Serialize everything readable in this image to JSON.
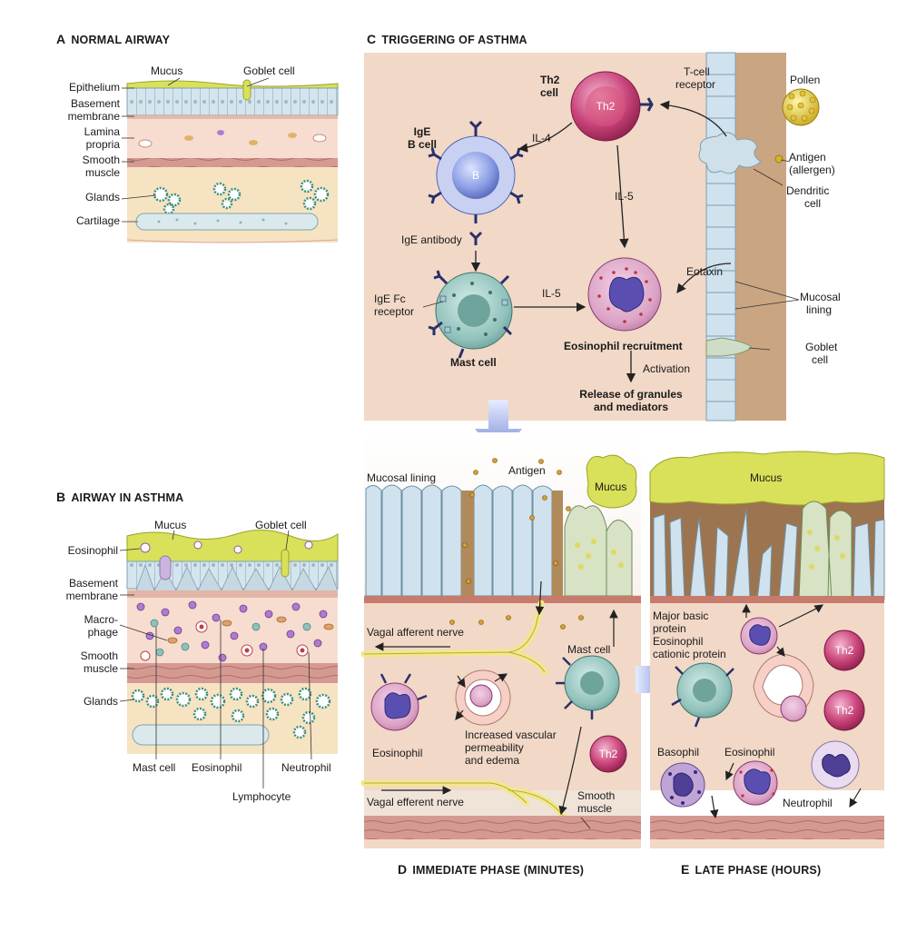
{
  "panels": {
    "a": {
      "letter": "A",
      "title": "NORMAL AIRWAY"
    },
    "b": {
      "letter": "B",
      "title": "AIRWAY IN ASTHMA"
    },
    "c": {
      "letter": "C",
      "title": "TRIGGERING OF ASTHMA"
    },
    "d": {
      "letter": "D",
      "title": "IMMEDIATE PHASE (MINUTES)"
    },
    "e": {
      "letter": "E",
      "title": "LATE PHASE (HOURS)"
    }
  },
  "a_labels": {
    "mucus": "Mucus",
    "goblet_cell": "Goblet cell",
    "epithelium": "Epithelium",
    "basement_1": "Basement",
    "basement_2": "membrane",
    "lamina_1": "Lamina",
    "lamina_2": "propria",
    "smooth_1": "Smooth",
    "smooth_2": "muscle",
    "glands": "Glands",
    "cartilage": "Cartilage"
  },
  "b_labels": {
    "mucus": "Mucus",
    "goblet_cell": "Goblet cell",
    "eosinophil": "Eosinophil",
    "basement_1": "Basement",
    "basement_2": "membrane",
    "macro_1": "Macro-",
    "macro_2": "phage",
    "smooth_1": "Smooth",
    "smooth_2": "muscle",
    "glands": "Glands",
    "mast_cell": "Mast cell",
    "eosinophil_bottom": "Eosinophil",
    "neutrophil": "Neutrophil",
    "lymphocyte": "Lymphocyte"
  },
  "c_labels": {
    "th2_cell_1": "Th2",
    "th2_cell_2": "cell",
    "th2_inside": "Th2",
    "tcell_1": "T-cell",
    "tcell_2": "receptor",
    "pollen": "Pollen",
    "ige_b_1": "IgE",
    "ige_b_2": "B cell",
    "b_inside": "B",
    "il4": "IL-4",
    "il5_top": "IL-5",
    "antigen_1": "Antigen",
    "antigen_2": "(allergen)",
    "dendritic_1": "Dendritic",
    "dendritic_2": "cell",
    "ige_antibody": "IgE antibody",
    "eotaxin": "Eotaxin",
    "mucosal_1": "Mucosal",
    "mucosal_2": "lining",
    "ige_fc_1": "IgE Fc",
    "ige_fc_2": "receptor",
    "il5_mid": "IL-5",
    "eos_recruit": "Eosinophil recruitment",
    "mast_cell": "Mast cell",
    "goblet_1": "Goblet",
    "goblet_2": "cell",
    "activation": "Activation",
    "release_1": "Release of granules",
    "release_2": "and mediators"
  },
  "d_labels": {
    "mucosal_lining": "Mucosal lining",
    "antigen": "Antigen",
    "mucus": "Mucus",
    "vagal_afferent": "Vagal afferent nerve",
    "mast_cell": "Mast cell",
    "eosinophil": "Eosinophil",
    "increased_1": "Increased vascular",
    "increased_2": "permeability",
    "increased_3": "and edema",
    "th2": "Th2",
    "vagal_efferent": "Vagal efferent nerve",
    "smooth_1": "Smooth",
    "smooth_2": "muscle"
  },
  "e_labels": {
    "mucus": "Mucus",
    "mbp_1": "Major basic",
    "mbp_2": "protein",
    "ecp_1": "Eosinophil",
    "ecp_2": "cationic protein",
    "th2_a": "Th2",
    "th2_b": "Th2",
    "basophil": "Basophil",
    "eosinophil": "Eosinophil",
    "neutrophil": "Neutrophil"
  },
  "colors": {
    "mucus": "#d9e05a",
    "epithelium": "#cfe0ea",
    "lamina": "#f6ddd0",
    "muscle": "#cf8f88",
    "gland_bg": "#f7e8c8",
    "panel_bg": "#f1d9c9",
    "th2": "#b8336a",
    "b_cell": "#7f93d8",
    "mast": "#7fb3ad",
    "eosinophil": "#b95aa0",
    "nerve": "#f2e88a"
  }
}
